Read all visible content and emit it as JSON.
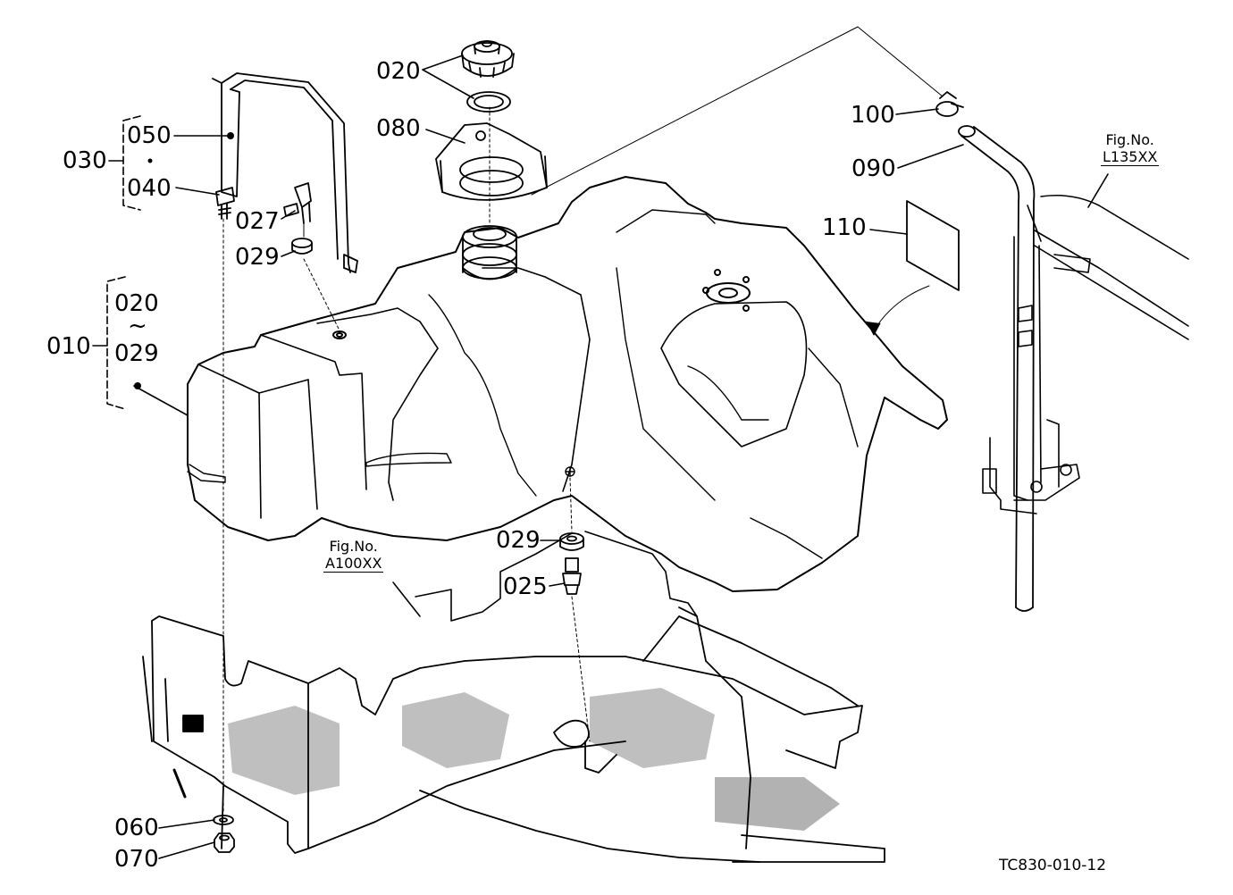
{
  "labels": {
    "p020_top": "020",
    "p080": "080",
    "p050": "050",
    "p030": "030",
    "p040": "040",
    "p027": "027",
    "p029_top": "029",
    "p010": "010",
    "p020_range": "020",
    "range_sep": "~",
    "p029_range": "029",
    "p029_bottom": "029",
    "p025": "025",
    "p100": "100",
    "p090": "090",
    "p110": "110",
    "p060": "060",
    "p070": "070"
  },
  "fig_refs": {
    "frame": {
      "line1": "Fig.No.",
      "line2": "L135XX"
    },
    "floor": {
      "line1": "Fig.No.",
      "line2": "A100XX"
    }
  },
  "drawing_code": "TC830-010-12"
}
